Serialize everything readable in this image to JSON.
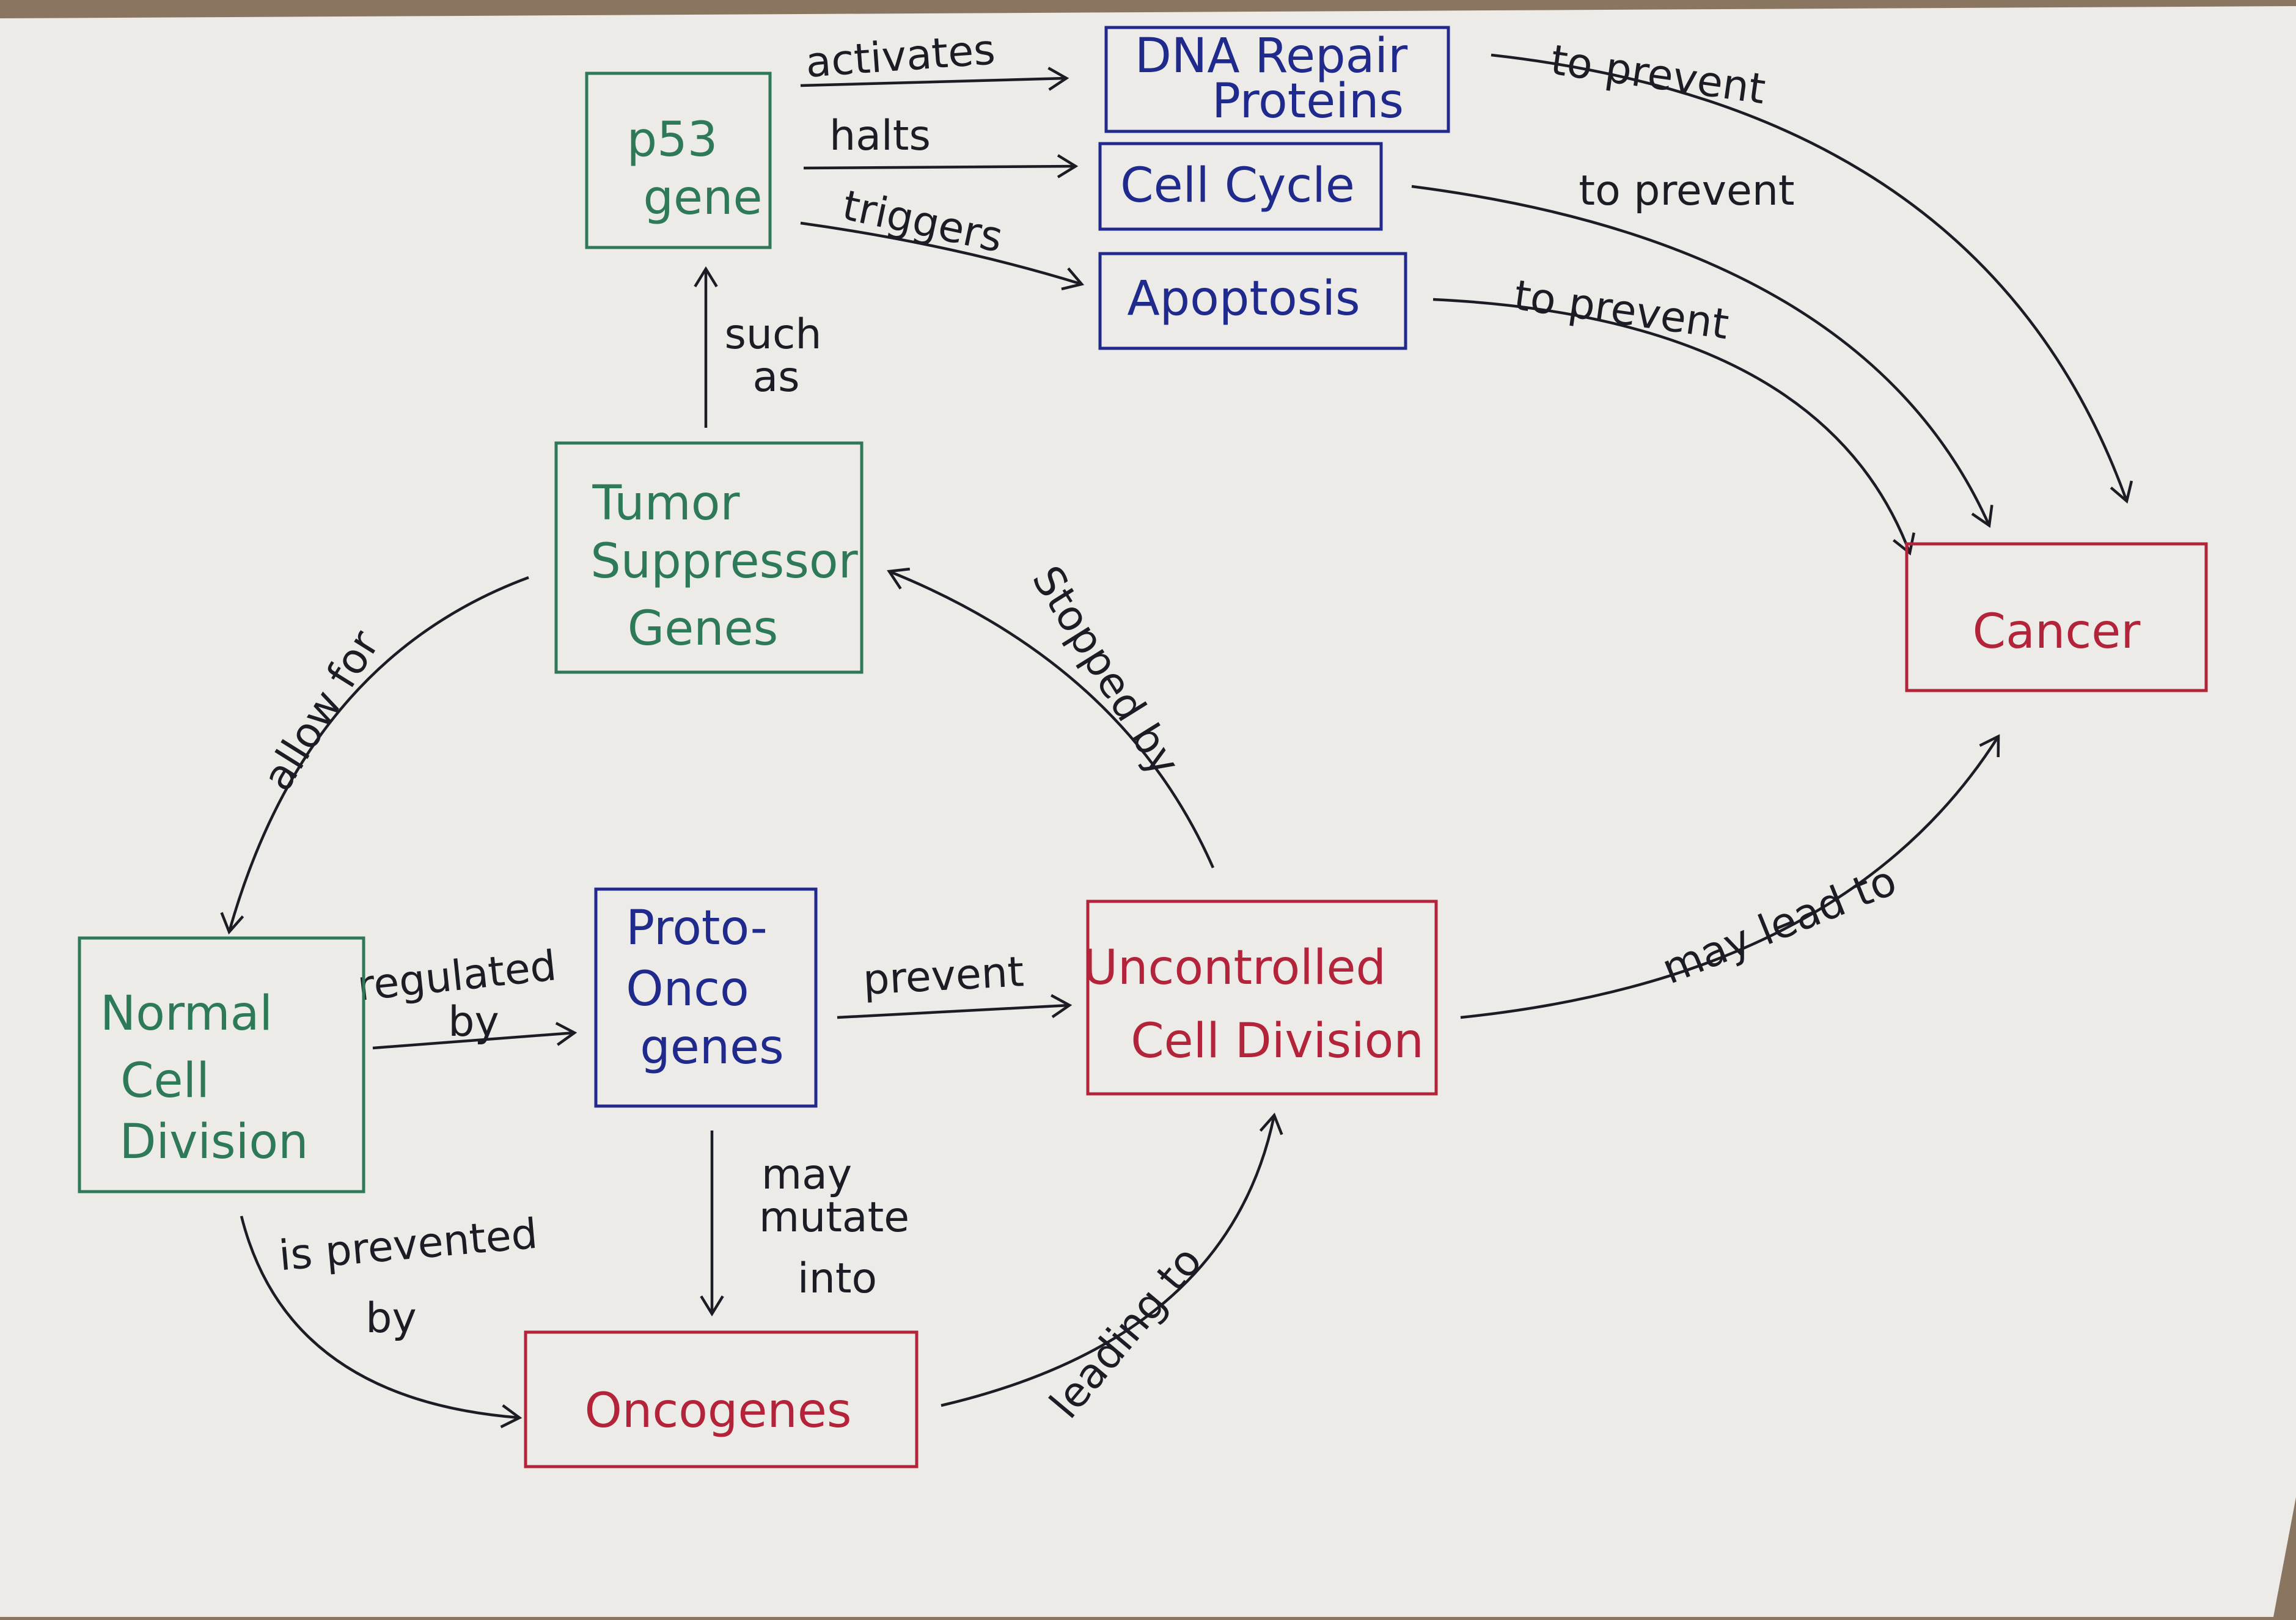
{
  "colors": {
    "green": "#2e7a58",
    "blue": "#1f2a8c",
    "red": "#b3243a",
    "ink": "#1c1c24",
    "paper": "#ecebe8",
    "table": "#8a7560"
  },
  "nodes": {
    "p53": {
      "lines": [
        "p53",
        "gene"
      ],
      "color": "green"
    },
    "dna_repair": {
      "lines": [
        "DNA Repair",
        "Proteins"
      ],
      "color": "blue"
    },
    "cell_cycle": {
      "lines": [
        "Cell Cycle"
      ],
      "color": "blue"
    },
    "apoptosis": {
      "lines": [
        "Apoptosis"
      ],
      "color": "blue"
    },
    "cancer": {
      "lines": [
        "Cancer"
      ],
      "color": "red"
    },
    "tumor_suppressor": {
      "lines": [
        "Tumor",
        "Suppressor",
        "Genes"
      ],
      "color": "green"
    },
    "normal_division": {
      "lines": [
        "Normal",
        "Cell",
        "Division"
      ],
      "color": "green"
    },
    "proto_onco": {
      "lines": [
        "Proto-",
        "Onco",
        "genes"
      ],
      "color": "blue"
    },
    "uncontrolled": {
      "lines": [
        "Uncontrolled",
        "Cell Division"
      ],
      "color": "red"
    },
    "oncogenes": {
      "lines": [
        "Oncogenes"
      ],
      "color": "red"
    }
  },
  "edges": [
    {
      "id": "p53-activates-dna",
      "from": "p53",
      "to": "dna_repair",
      "label": [
        "activates"
      ]
    },
    {
      "id": "p53-halts-cycle",
      "from": "p53",
      "to": "cell_cycle",
      "label": [
        "halts"
      ]
    },
    {
      "id": "p53-triggers-apoptosis",
      "from": "p53",
      "to": "apoptosis",
      "label": [
        "triggers"
      ]
    },
    {
      "id": "dna-prevent-cancer",
      "from": "dna_repair",
      "to": "cancer",
      "label": [
        "to prevent"
      ]
    },
    {
      "id": "cycle-prevent-cancer",
      "from": "cell_cycle",
      "to": "cancer",
      "label": [
        "to prevent"
      ]
    },
    {
      "id": "apoptosis-prevent-cancer",
      "from": "apoptosis",
      "to": "cancer",
      "label": [
        "to prevent"
      ]
    },
    {
      "id": "tsg-such-as-p53",
      "from": "tumor_suppressor",
      "to": "p53",
      "label": [
        "such",
        "as"
      ]
    },
    {
      "id": "tsg-allow-normal",
      "from": "tumor_suppressor",
      "to": "normal_division",
      "label": [
        "allow for"
      ]
    },
    {
      "id": "normal-regulated-proto",
      "from": "normal_division",
      "to": "proto_onco",
      "label": [
        "regulated",
        "by"
      ]
    },
    {
      "id": "proto-prevent-uncontrolled",
      "from": "proto_onco",
      "to": "uncontrolled",
      "label": [
        "prevent"
      ]
    },
    {
      "id": "uncontrolled-stopped-tsg",
      "from": "uncontrolled",
      "to": "tumor_suppressor",
      "label": [
        "Stopped by"
      ]
    },
    {
      "id": "uncontrolled-lead-cancer",
      "from": "uncontrolled",
      "to": "cancer",
      "label": [
        "may lead to"
      ]
    },
    {
      "id": "proto-mutate-onco",
      "from": "proto_onco",
      "to": "oncogenes",
      "label": [
        "may",
        "mutate",
        "into"
      ]
    },
    {
      "id": "normal-prevented-onco",
      "from": "normal_division",
      "to": "oncogenes",
      "label": [
        "is prevented",
        "by"
      ]
    },
    {
      "id": "onco-leading-uncontrolled",
      "from": "oncogenes",
      "to": "uncontrolled",
      "label": [
        "leading to"
      ]
    }
  ]
}
